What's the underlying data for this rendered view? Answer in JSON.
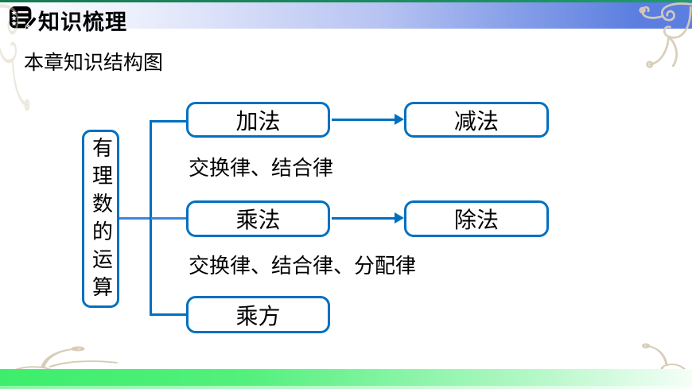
{
  "header": {
    "title": "知识梳理",
    "icon": "checklist-pencil-icon"
  },
  "content": {
    "subtitle": "本章知识结构图"
  },
  "diagram": {
    "root_label": "有理数的运算",
    "rows": [
      {
        "source": "加法",
        "target": "减法",
        "law": "交换律、结合律"
      },
      {
        "source": "乘法",
        "target": "除法",
        "law": "交换律、结合律、分配律"
      },
      {
        "source": "乘方"
      }
    ]
  },
  "colors": {
    "diagram_blue": "#0070C0",
    "header_gradient_blue": "#5b7ee0",
    "top_line_green": "#157a52",
    "bottom_bar_green": "#3dee6b",
    "ornament_cream": "#cfc3aa"
  }
}
